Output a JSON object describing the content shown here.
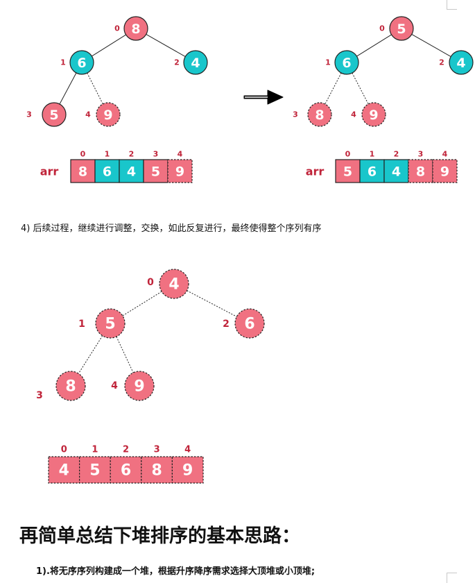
{
  "colors": {
    "pink": "#f07181",
    "cyan": "#19c6cb",
    "index_red": "#c0243a"
  },
  "arr_label": "arr",
  "diagrams": [
    {
      "name": "before",
      "values": [
        "8",
        "6",
        "4",
        "5",
        "9"
      ],
      "indices": [
        "0",
        "1",
        "2",
        "3",
        "4"
      ],
      "node_fill": [
        "pink",
        "cyan",
        "cyan",
        "pink",
        "pink"
      ],
      "node_dashed": [
        false,
        false,
        false,
        false,
        true
      ],
      "edge_dashed": [
        false,
        false,
        false,
        true
      ],
      "cell_fill": [
        "pink",
        "cyan",
        "cyan",
        "pink",
        "pink"
      ],
      "cell_dashed": [
        false,
        false,
        false,
        false,
        true
      ]
    },
    {
      "name": "after",
      "values": [
        "5",
        "6",
        "4",
        "8",
        "9"
      ],
      "indices": [
        "0",
        "1",
        "2",
        "3",
        "4"
      ],
      "node_fill": [
        "pink",
        "cyan",
        "cyan",
        "pink",
        "pink"
      ],
      "node_dashed": [
        false,
        false,
        false,
        true,
        true
      ],
      "edge_dashed": [
        false,
        false,
        true,
        true
      ],
      "cell_fill": [
        "pink",
        "cyan",
        "cyan",
        "pink",
        "pink"
      ],
      "cell_dashed": [
        false,
        false,
        false,
        true,
        true
      ]
    },
    {
      "name": "final",
      "values": [
        "4",
        "5",
        "6",
        "8",
        "9"
      ],
      "indices": [
        "0",
        "1",
        "2",
        "3",
        "4"
      ],
      "node_fill": [
        "pink",
        "pink",
        "pink",
        "pink",
        "pink"
      ],
      "node_dashed": [
        true,
        true,
        true,
        true,
        true
      ],
      "edge_dashed": [
        true,
        true,
        true,
        true
      ],
      "cell_fill": [
        "pink",
        "pink",
        "pink",
        "pink",
        "pink"
      ],
      "cell_dashed": [
        true,
        true,
        true,
        true,
        true
      ]
    }
  ],
  "text": {
    "step4": "4) 后续过程，继续进行调整，交换，如此反复进行，最终使得整个序列有序",
    "heading": "再简单总结下堆排序的基本思路：",
    "step1": "1).将无序序列构建成一个堆，根据升序降序需求选择大顶堆或小顶堆;"
  }
}
